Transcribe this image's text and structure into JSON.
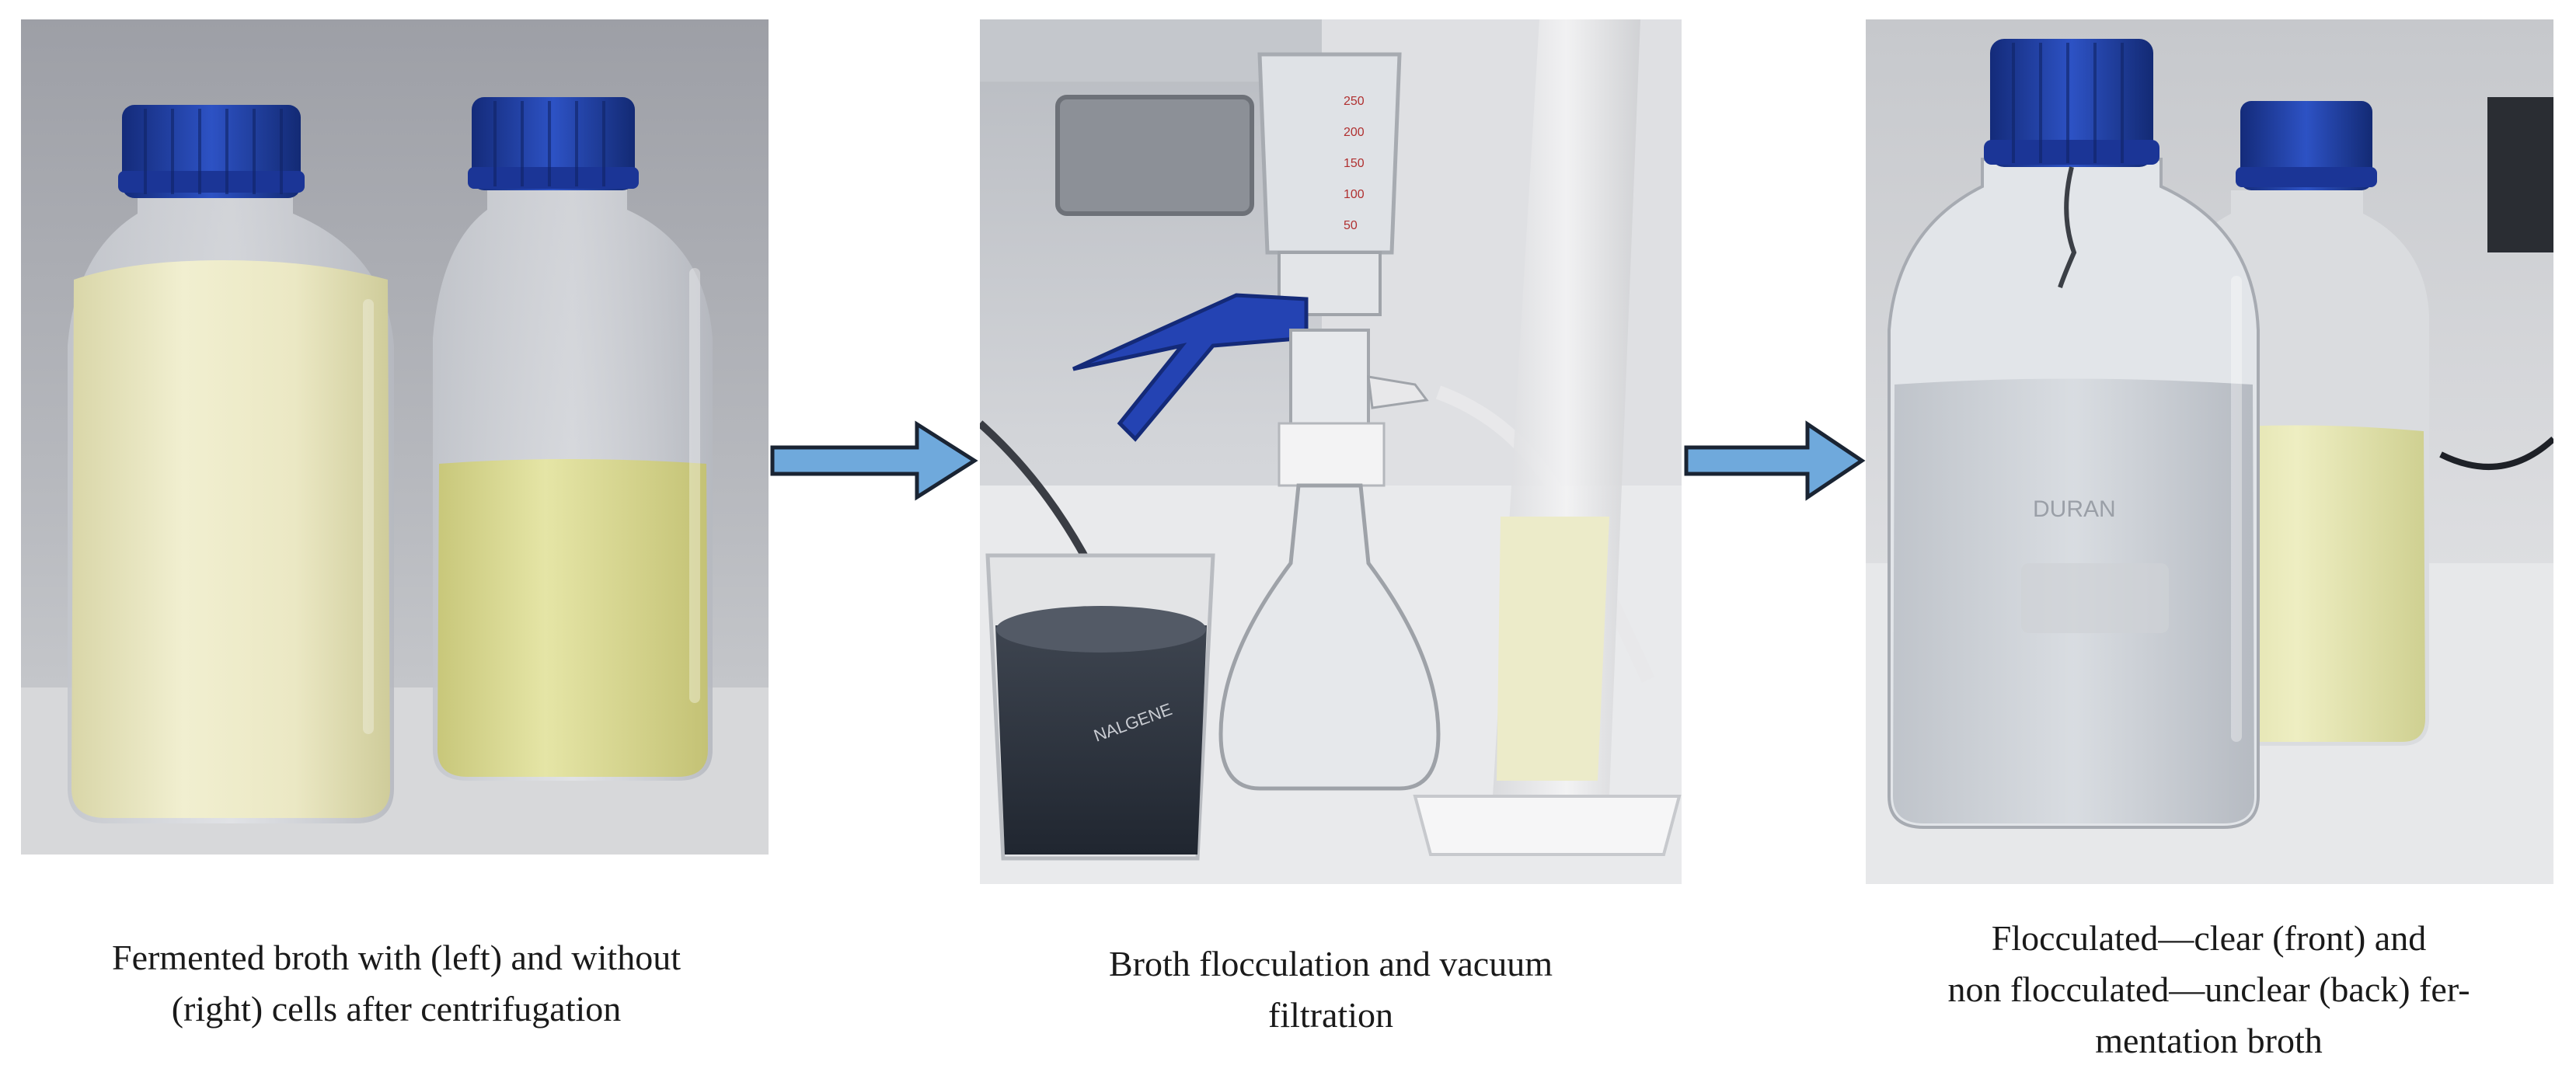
{
  "panels": [
    {
      "id": "centrifuged-bottles",
      "caption_lines": [
        "Fermented broth with (left) and without",
        "(right) cells after centrifugation"
      ]
    },
    {
      "id": "vacuum-filtration",
      "caption_lines": [
        "Broth flocculation and vacuum",
        "filtration"
      ],
      "beaker_label": "NALGENE",
      "funnel_marks": [
        "250",
        "200",
        "150",
        "100",
        "50"
      ]
    },
    {
      "id": "flocculated-bottles",
      "caption_lines": [
        "Flocculated—clear (front) and",
        "non flocculated—unclear (back) fer-",
        "mentation broth"
      ],
      "bottle_label": "DURAN"
    }
  ],
  "arrows": [
    {
      "name": "arrow-right-icon",
      "color": "#6fa9dc",
      "outline": "#1a2433"
    },
    {
      "name": "arrow-right-icon",
      "color": "#6fa9dc",
      "outline": "#1a2433"
    }
  ],
  "colors": {
    "cap_blue": "#1f3fa8",
    "cloudy_broth": "#ecebc6",
    "clear_broth": "#e2e3a0",
    "bench": "#e9eaec"
  }
}
